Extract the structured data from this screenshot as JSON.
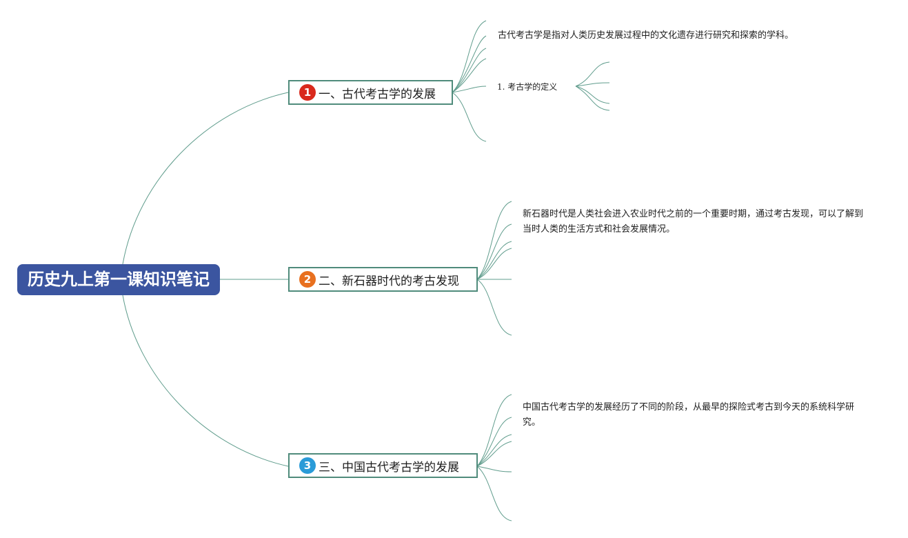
{
  "root": {
    "title": "历史九上第一课知识笔记"
  },
  "branches": [
    {
      "number": "1",
      "badge_color": "#d9291c",
      "title": "一、古代考古学的发展",
      "note": "古代考古学是指对人类历史发展过程中的文化遗存进行研究和探索的学科。",
      "sub_topic": "1. 考古学的定义"
    },
    {
      "number": "2",
      "badge_color": "#e8701f",
      "title": "二、新石器时代的考古发现",
      "note": "新石器时代是人类社会进入农业时代之前的一个重要时期，通过考古发现，可以了解到当时人类的生活方式和社会发展情况。"
    },
    {
      "number": "3",
      "badge_color": "#2a9bd8",
      "title": "三、中国古代考古学的发展",
      "note": "中国古代考古学的发展经历了不同的阶段，从最早的探险式考古到今天的系统科学研究。"
    }
  ],
  "colors": {
    "root_fill": "#3b55a0",
    "connector": "#5f9c8c",
    "branch_border": "#4f8b7b"
  }
}
